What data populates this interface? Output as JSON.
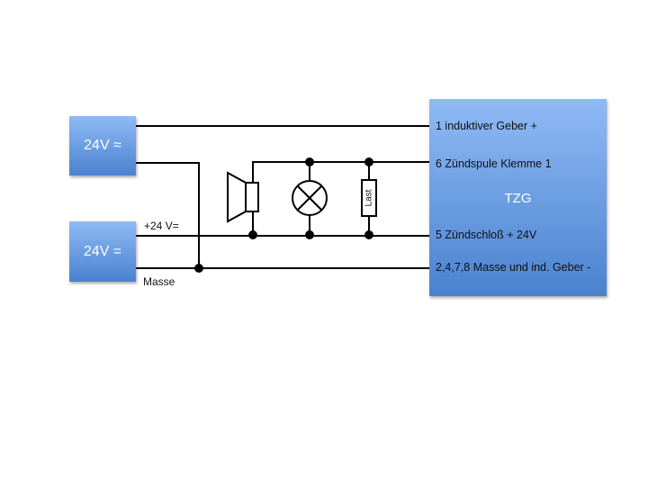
{
  "sources": {
    "ac_label": "24V ≈",
    "dc_label": "24V ="
  },
  "wire_labels": {
    "plus24": "+24 V=",
    "masse": "Masse"
  },
  "tzg": {
    "title": "TZG",
    "pins": [
      "1 induktiver Geber +",
      "6 Zündspule Klemme 1",
      "5 Zündschloß + 24V",
      "2,4,7,8 Masse und ind. Geber -"
    ]
  },
  "components": {
    "load_label": "Last",
    "speaker": "speaker-icon",
    "lamp": "lamp-icon"
  },
  "colors": {
    "box_top": "#8fbaf5",
    "box_bottom": "#4a82cf",
    "wire": "#000000"
  }
}
